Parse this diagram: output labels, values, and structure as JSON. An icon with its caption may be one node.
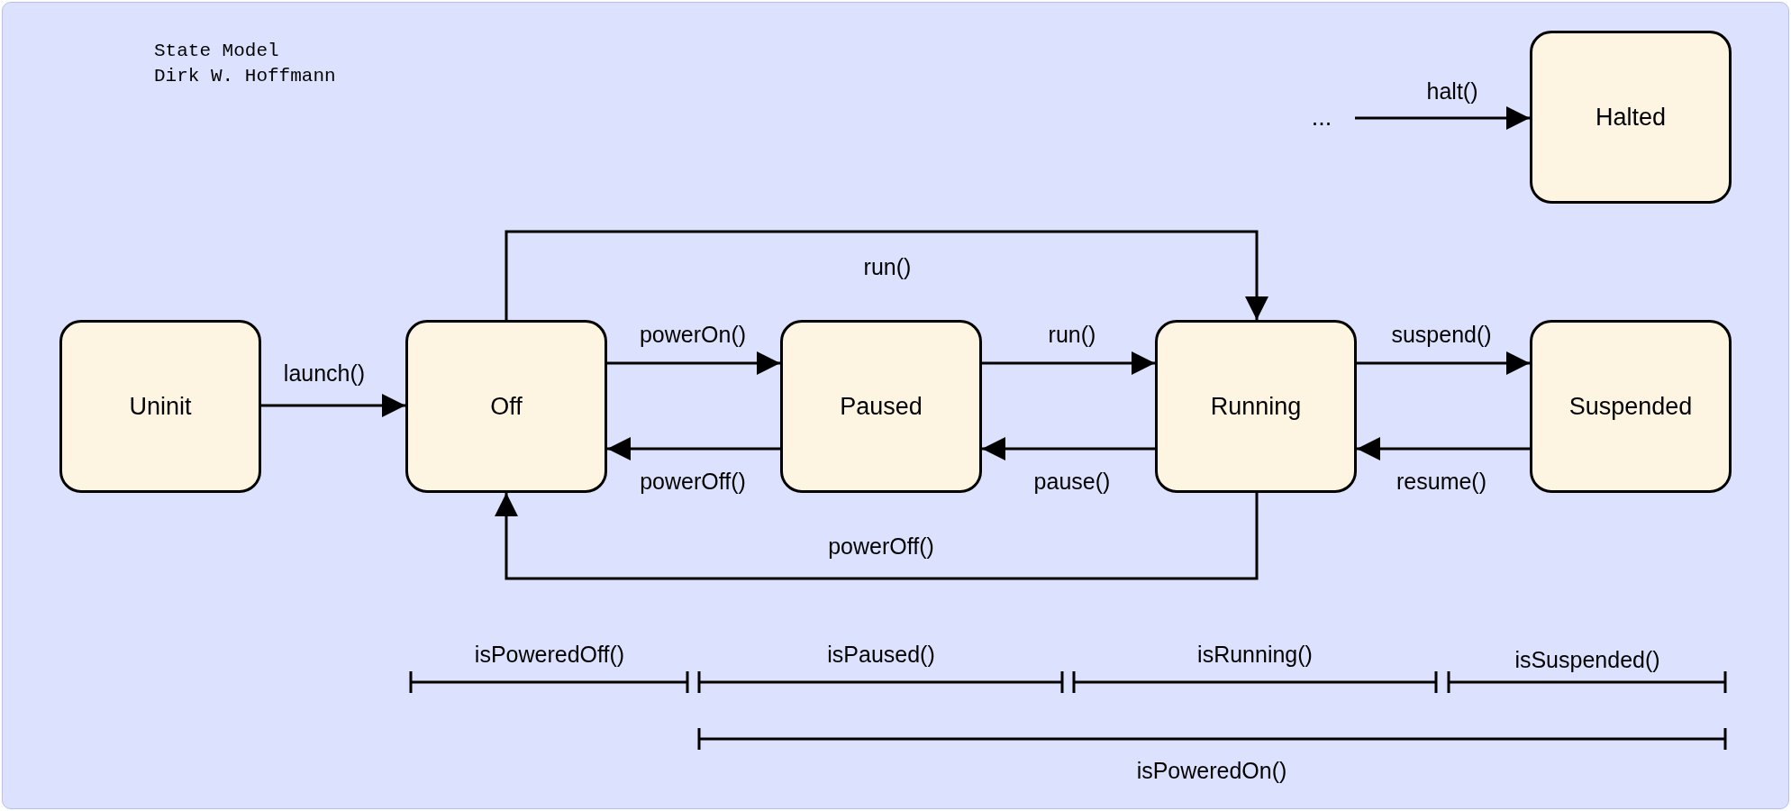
{
  "diagram": {
    "title": "State Model",
    "nodes": [
      {
        "text": [
          "..."
        ]
      },
      {
        "text": [
          "Halted"
        ]
      },
      {
        "text": [
          "Uninit"
        ]
      },
      {
        "text": [
          "Off"
        ]
      },
      {
        "text": [
          "Paused"
        ]
      },
      {
        "text": [
          "Running"
        ]
      },
      {
        "text": [
          "Suspended"
        ]
      }
    ],
    "edges": [
      {
        "from": 0,
        "to": 1,
        "arrow": "to",
        "label": "halt()"
      },
      {
        "from": 3,
        "to": 5,
        "arrow": "to",
        "label": "run()"
      },
      {
        "from": 2,
        "to": 3,
        "arrow": "to",
        "label": "launch()"
      },
      {
        "from": 3,
        "to": 4,
        "arrow": "to",
        "label": "powerOn()"
      },
      {
        "from": 4,
        "to": 3,
        "arrow": "to",
        "label": "powerOff()"
      },
      {
        "from": 4,
        "to": 5,
        "arrow": "to",
        "label": "run()"
      },
      {
        "from": 5,
        "to": 4,
        "arrow": "to",
        "label": "pause()"
      },
      {
        "from": 5,
        "to": 6,
        "arrow": "to",
        "label": "suspend()"
      },
      {
        "from": 6,
        "to": 5,
        "arrow": "to",
        "label": "resume()"
      },
      {
        "from": 5,
        "to": 3,
        "arrow": "to",
        "label": "powerOff()"
      }
    ],
    "labels": [
      "Dirk W. Hoffmann",
      "isPoweredOff()",
      "isPaused()",
      "isRunning()",
      "isSuspended()",
      "isPoweredOn()"
    ]
  }
}
